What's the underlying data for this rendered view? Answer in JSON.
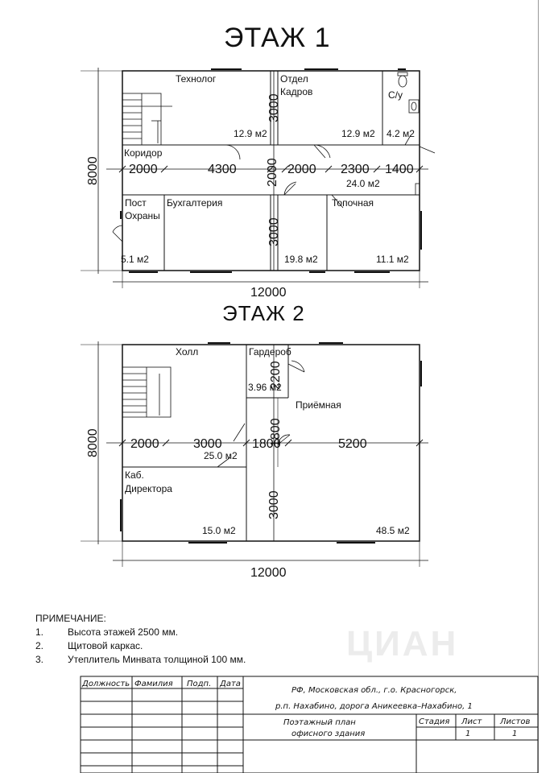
{
  "floor1": {
    "title": "ЭТАЖ 1",
    "rooms": {
      "technolog": "Технолог",
      "hr_line1": "Отдел",
      "hr_line2": "Кадров",
      "wc": "С/у",
      "corridor": "Коридор",
      "guard_line1": "Пост",
      "guard_line2": "Охраны",
      "accounting": "Бухгалтерия",
      "boiler": "Топочная"
    },
    "areas": {
      "technolog": "12.9 м2",
      "hr": "12.9 м2",
      "wc": "4.2 м2",
      "corridor": "24.0 м2",
      "guard": "5.1 м2",
      "accounting": "19.8 м2",
      "boiler": "11.1 м2"
    },
    "dims": {
      "d1": "2000",
      "d2": "4300",
      "d3": "2000",
      "d4": "2300",
      "d5": "1400",
      "upper_depth": "3000",
      "lower_depth": "3000",
      "corridor_depth": "2000",
      "total_depth": "8000",
      "total_width": "12000"
    }
  },
  "floor2": {
    "title": "ЭТАЖ 2",
    "rooms": {
      "hall": "Холл",
      "wardrobe": "Гардероб",
      "reception": "Приёмная",
      "director_line1": "Каб.",
      "director_line2": "Директора"
    },
    "areas": {
      "wardrobe": "3.96 м2",
      "hall": "25.0 м2",
      "director": "15.0 м2",
      "reception": "48.5 м2"
    },
    "dims": {
      "d1": "2000",
      "d2": "3000",
      "d3": "1800",
      "d4": "5200",
      "wardrobe_depth": "2200",
      "mid_depth": "1800",
      "lower_depth": "3000",
      "total_depth": "8000",
      "total_width": "12000"
    }
  },
  "notes": {
    "heading": "ПРИМЕЧАНИЕ:",
    "items": [
      {
        "num": "1.",
        "text": "Высота этажей 2500 мм."
      },
      {
        "num": "2.",
        "text": "Щитовой каркас."
      },
      {
        "num": "3.",
        "text": "Утеплитель Минвата толщиной 100 мм."
      }
    ]
  },
  "stamp": {
    "col_position": "Должность",
    "col_surname": "Фамилия",
    "col_signature": "Подп.",
    "col_date": "Дата",
    "address_line1": "РФ, Московская обл., г.о. Красногорск,",
    "address_line2": "р.п. Нахабино, дорога Аникеевка–Нахабино, 1",
    "drawing_line1": "Поэтажный план",
    "drawing_line2": "офисного здания",
    "stage_label": "Стадия",
    "sheet_label": "Лист",
    "sheets_label": "Листов",
    "sheet_value": "1",
    "sheets_value": "1"
  },
  "watermark": "ЦИАН"
}
